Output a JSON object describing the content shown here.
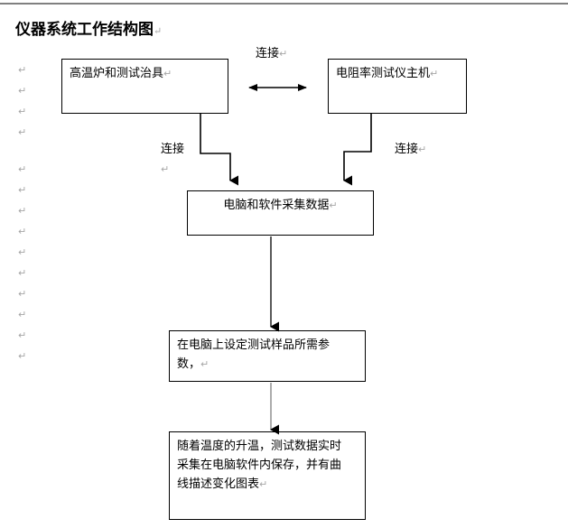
{
  "document": {
    "title": "仪器系统工作结构图",
    "title_pilcrow": "↵",
    "paragraph_mark": "↵"
  },
  "diagram": {
    "type": "flowchart",
    "boxes": [
      {
        "id": "furnace",
        "text": "高温炉和测试治具",
        "align": "left"
      },
      {
        "id": "meter",
        "text": "电阻率测试仪主机",
        "align": "left"
      },
      {
        "id": "acquire",
        "text": "电脑和软件采集数据",
        "align": "center"
      },
      {
        "id": "params",
        "text": "在电脑上设定测试样品所需参\n数，",
        "align": "left"
      },
      {
        "id": "record",
        "text": "随着温度的升温，测试数据实时\n采集在电脑软件内保存，并有曲\n线描述变化图表",
        "align": "left"
      }
    ],
    "edge_labels": [
      {
        "id": "link-top",
        "text": "连接"
      },
      {
        "id": "link-left",
        "text": "连接"
      },
      {
        "id": "link-right",
        "text": "连接"
      }
    ],
    "line_color": "#000000",
    "box_border_color": "#000000",
    "page_background": "#ffffff"
  },
  "margin_marks": {
    "glyph": "↵",
    "color": "#a6a6a6",
    "positions_y": [
      72,
      95,
      118,
      141,
      182,
      205,
      228,
      251,
      274,
      297,
      320,
      343,
      366,
      389
    ]
  }
}
